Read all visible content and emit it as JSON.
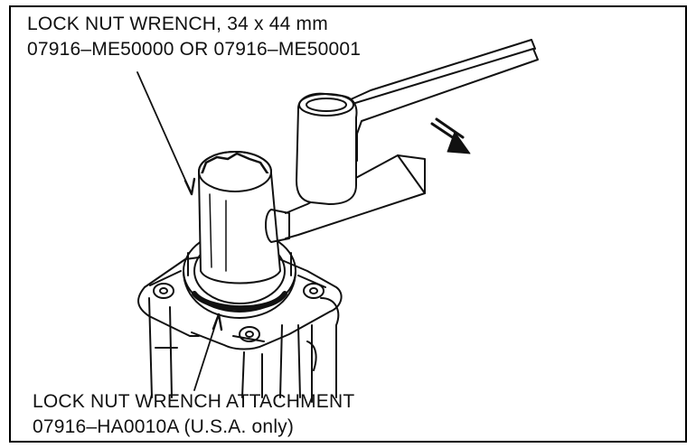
{
  "labels": {
    "top": {
      "line1": "LOCK NUT WRENCH, 34 x 44 mm",
      "line2": "07916–ME50000 OR 07916–ME50001"
    },
    "bottom": {
      "line1": "LOCK NUT WRENCH ATTACHMENT",
      "line2": "07916–HA0010A (U.S.A. only)"
    }
  },
  "colors": {
    "ink": "#111111",
    "paper": "#ffffff"
  }
}
